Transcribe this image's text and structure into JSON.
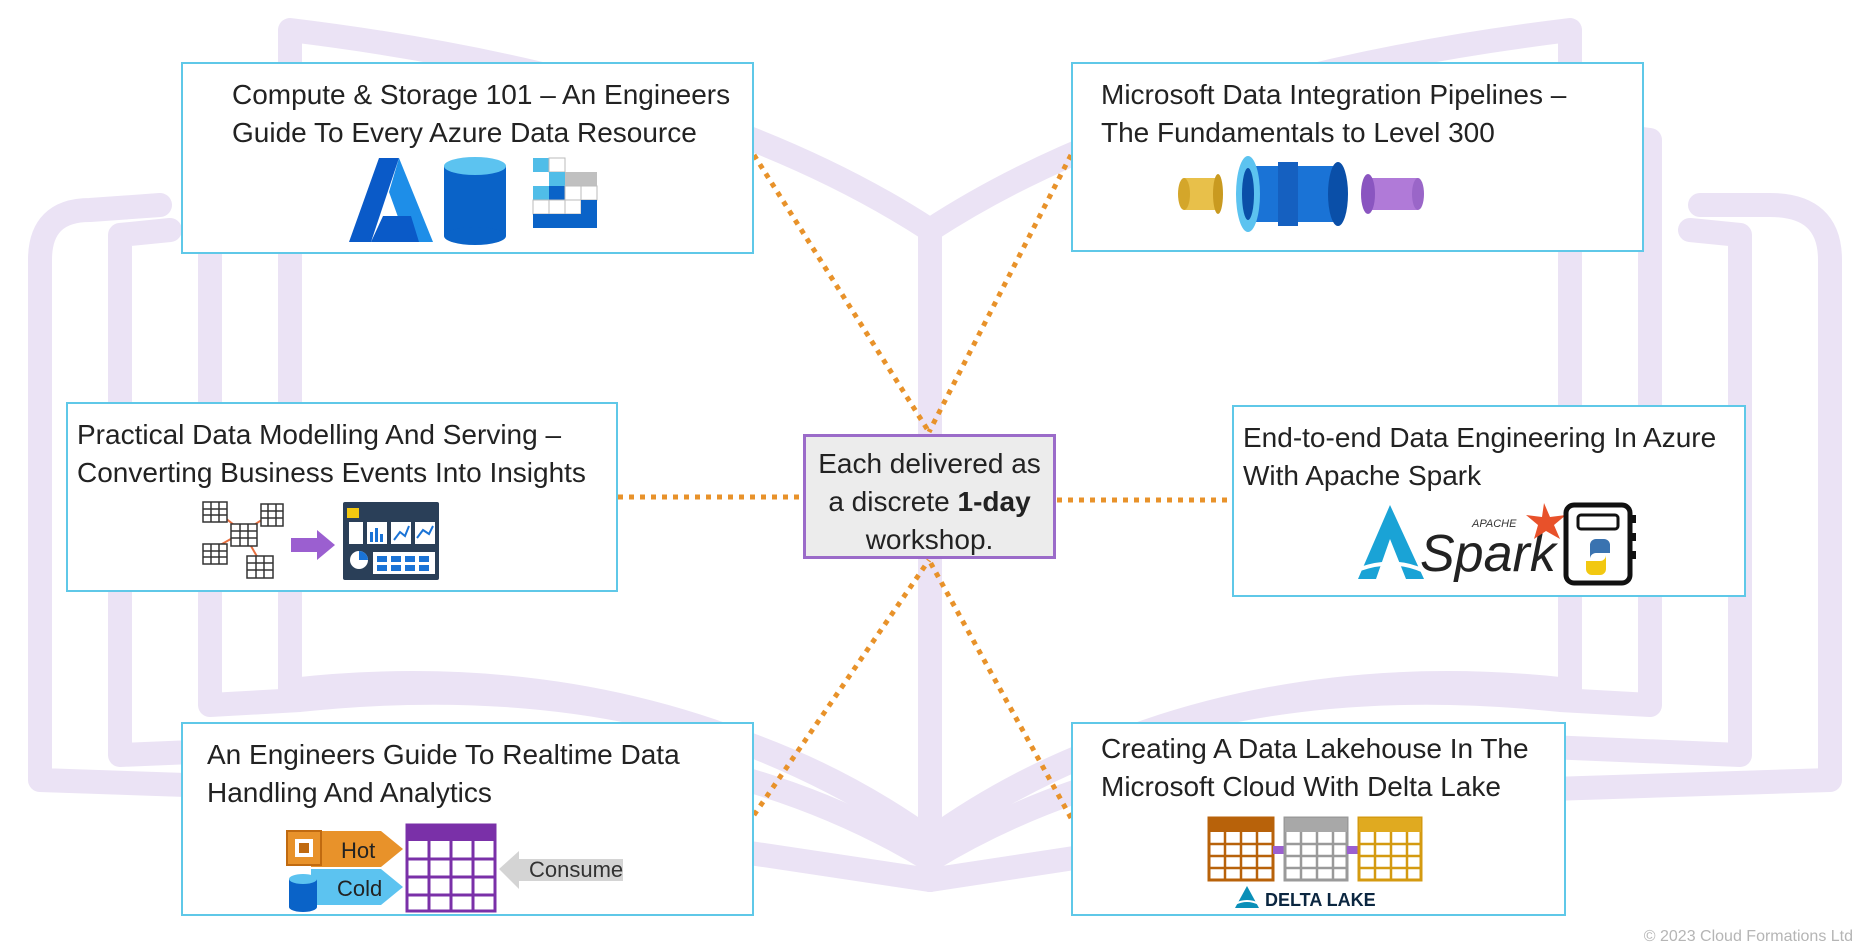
{
  "boxes": {
    "compute_storage": {
      "title": "Compute & Storage 101 – An Engineers\nGuide To Every Azure Data Resource"
    },
    "integration_pipelines": {
      "title": "Microsoft Data Integration Pipelines –\nThe Fundamentals to Level 300"
    },
    "data_modelling": {
      "title": "Practical Data Modelling And Serving –\nConverting Business Events Into Insights"
    },
    "spark_engineering": {
      "title": "End-to-end Data Engineering In Azure\nWith Apache Spark"
    },
    "realtime": {
      "title": "An Engineers Guide To Realtime Data\nHandling And Analytics",
      "hot_label": "Hot",
      "cold_label": "Cold",
      "consume_label": "Consume"
    },
    "lakehouse": {
      "title": "Creating A Data Lakehouse In The\nMicrosoft Cloud With Delta Lake",
      "delta_lake_label": "DELTA LAKE"
    }
  },
  "center": {
    "line1": "Each delivered as",
    "line2_prefix": "a discrete ",
    "line2_bold": "1-day",
    "line3": "workshop."
  },
  "spark_logo": {
    "apache": "APACHE",
    "spark": "Spark"
  },
  "footer": "© 2023 Cloud Formations Ltd",
  "colors": {
    "box_border": "#5fc8e8",
    "center_border": "#9b6bc9",
    "connector": "#e8922a",
    "book": "#ebe3f5"
  }
}
